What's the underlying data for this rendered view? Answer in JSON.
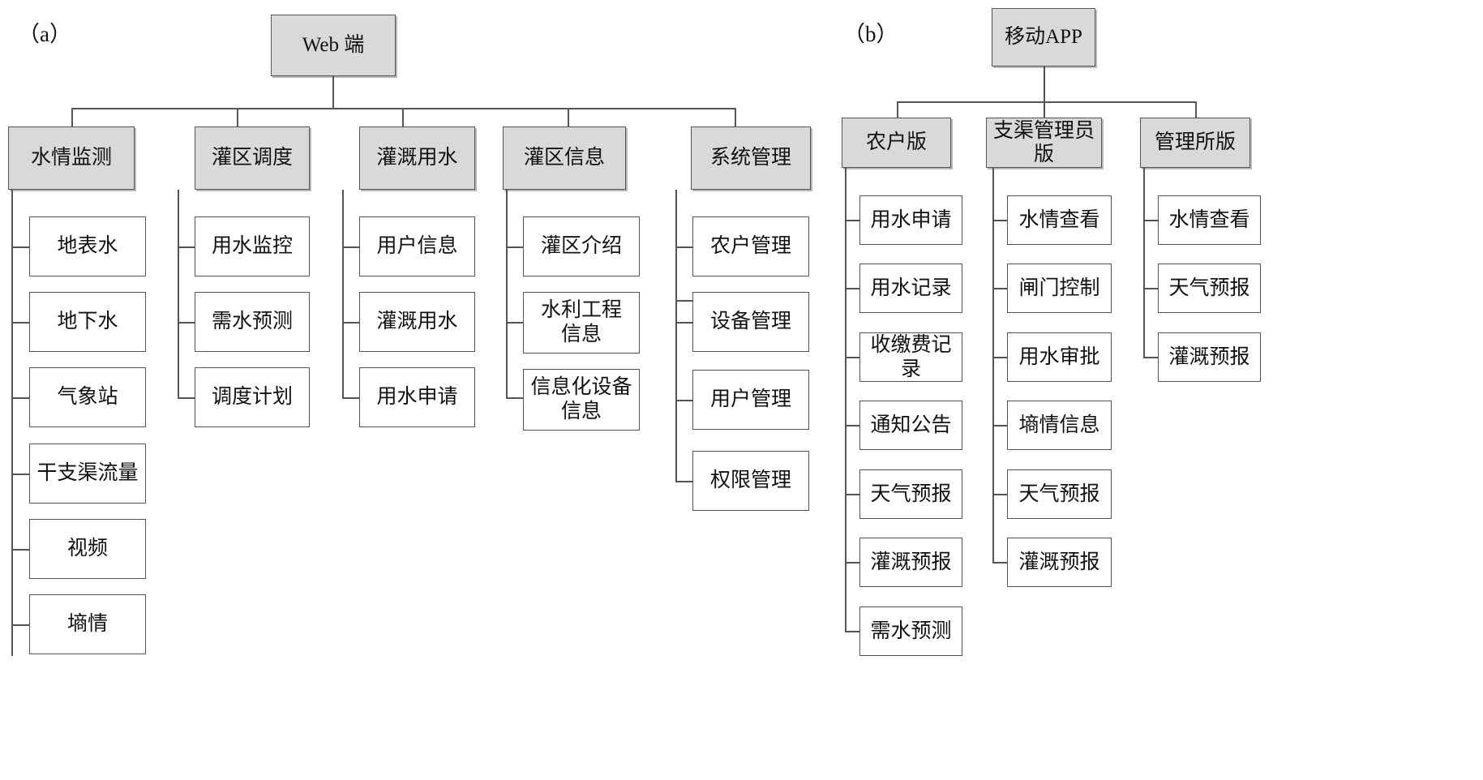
{
  "figure": {
    "panel_a_caption": "（a）",
    "panel_b_caption": "（b）"
  },
  "diagram": {
    "type": "tree",
    "panel_a": {
      "root": "Web 端",
      "branches": [
        {
          "label": "水情监测",
          "children": [
            "地表水",
            "地下水",
            "气象站",
            "干支渠流量",
            "视频",
            "墒情"
          ]
        },
        {
          "label": "灌区调度",
          "children": [
            "用水监控",
            "需水预测",
            "调度计划"
          ]
        },
        {
          "label": "灌溉用水",
          "children": [
            "用户信息",
            "灌溉用水",
            "用水申请"
          ]
        },
        {
          "label": "灌区信息",
          "children": [
            "灌区介绍",
            "水利工程\n信息",
            "信息化设备\n信息"
          ]
        },
        {
          "label": "系统管理",
          "children": [
            "农户管理",
            "设备管理",
            "用户管理",
            "权限管理"
          ]
        }
      ]
    },
    "panel_b": {
      "root": "移动APP",
      "branches": [
        {
          "label": "农户版",
          "children": [
            "用水申请",
            "用水记录",
            "收缴费记录",
            "通知公告",
            "天气预报",
            "灌溉预报",
            "需水预测"
          ]
        },
        {
          "label": "支渠管理员版",
          "children": [
            "水情查看",
            "闸门控制",
            "用水审批",
            "墒情信息",
            "天气预报",
            "灌溉预报"
          ]
        },
        {
          "label": "管理所版",
          "children": [
            "水情查看",
            "天气预报",
            "灌溉预报"
          ]
        }
      ]
    }
  },
  "style": {
    "header_fill": "#d9d9d9",
    "leaf_fill": "#ffffff",
    "stroke": "#555555",
    "text": "#111111"
  }
}
